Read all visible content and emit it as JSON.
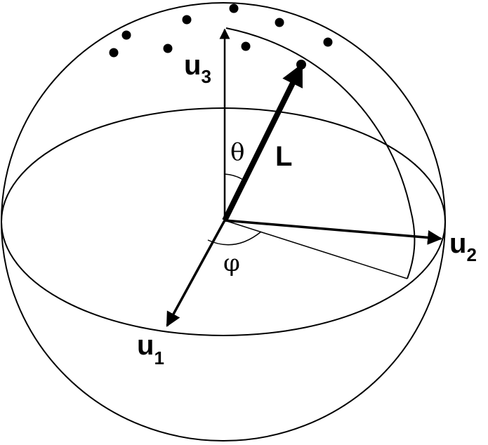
{
  "diagram": {
    "labels": {
      "u1": {
        "base": "u",
        "sub": "1"
      },
      "u2": {
        "base": "u",
        "sub": "2"
      },
      "u3": {
        "base": "u",
        "sub": "3"
      },
      "L": "L",
      "theta": "θ",
      "phi": "φ"
    },
    "colors": {
      "ink": "#000000",
      "background": "#ffffff"
    }
  }
}
